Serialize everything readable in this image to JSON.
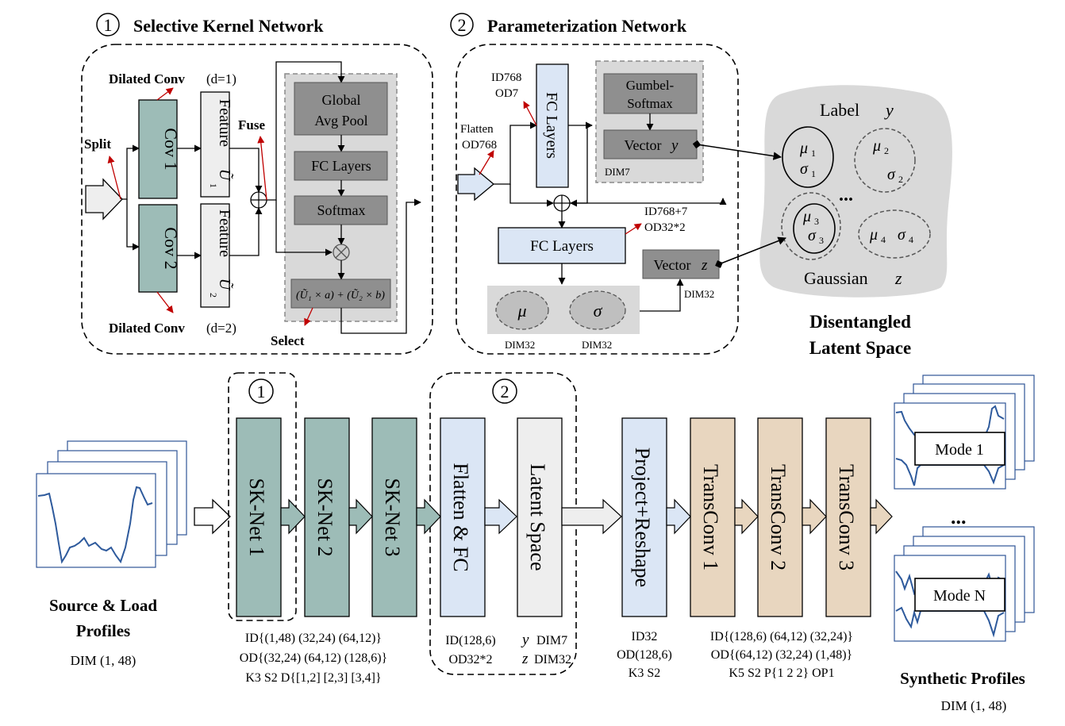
{
  "section1": {
    "num": "1",
    "title": "Selective Kernel Network"
  },
  "section2": {
    "num": "2",
    "title": "Parameterization Network"
  },
  "sk": {
    "dilated1": "Dilated Conv",
    "dilated1_param": "(d=1)",
    "dilated2": "Dilated Conv",
    "dilated2_param": "(d=2)",
    "split": "Split",
    "fuse": "Fuse",
    "select": "Select",
    "cov1": "Cov 1",
    "cov2": "Cov 2",
    "feature1": "Feature",
    "u1": "Ũ",
    "u1_sub": "1",
    "feature2": "Feature",
    "u2": "Ũ",
    "u2_sub": "2",
    "gap_line1": "Global",
    "gap_line2": "Avg Pool",
    "fc": "FC Layers",
    "softmax": "Softmax",
    "formula": "(Ũ₁ × a) + (Ũ₂ × b)"
  },
  "param": {
    "id768": "ID768",
    "od7": "OD7",
    "flatten": "Flatten",
    "od768": "OD768",
    "fc_top": "FC Layers",
    "gumbel1": "Gumbel-",
    "gumbel2": "Softmax",
    "vector_y": "Vector",
    "y": "y",
    "dim7": "DIM7",
    "id_combo": "ID768+7",
    "od_combo": "OD32*2",
    "fc_mid": "FC Layers",
    "vector_z": "Vector",
    "z": "z",
    "dim32_right": "DIM32",
    "mu": "μ",
    "sigma": "σ",
    "dim32_a": "DIM32",
    "dim32_b": "DIM32"
  },
  "latent": {
    "label": "Label",
    "y": "y",
    "gaussian": "Gaussian",
    "z": "z",
    "mu1": "μ",
    "mu1_sub": "1",
    "s1": "σ",
    "s1_sub": "1",
    "mu2": "μ",
    "mu2_sub": "2",
    "s2": "σ",
    "s2_sub": "2",
    "mu3": "μ",
    "mu3_sub": "3",
    "s3": "σ",
    "s3_sub": "3",
    "mu4": "μ",
    "mu4_sub": "4",
    "s4": "σ",
    "s4_sub": "4",
    "dots": "...",
    "title1": "Disentangled",
    "title2": "Latent Space"
  },
  "pipeline": {
    "marker1": "1",
    "marker2": "2",
    "blocks": [
      "SK-Net 1",
      "SK-Net 2",
      "SK-Net 3",
      "Flatten & FC",
      "Latent Space",
      "Project+Reshape",
      "TransConv 1",
      "TransConv 2",
      "TransConv 3"
    ],
    "source_title1": "Source & Load",
    "source_title2": "Profiles",
    "source_dim": "DIM (1, 48)",
    "sk_note1": "ID{(1,48) (32,24) (64,12)}",
    "sk_note2": "OD{(32,24) (64,12) (128,6)}",
    "sk_note3": "K3  S2  D{[1,2] [2,3] [3,4]}",
    "ff_note1": "ID(128,6)",
    "ff_note2": "OD32*2",
    "ls_y": "y",
    "ls_note1": "DIM7",
    "ls_z": "z",
    "ls_note2": "DIM32",
    "pr_note1": "ID32",
    "pr_note2": "OD(128,6)",
    "pr_note3": "K3  S2",
    "tc_note1": "ID{(128,6) (64,12) (32,24)}",
    "tc_note2": "OD{(64,12) (32,24) (1,48)}",
    "tc_note3": "K5  S2  P{1 2 2}  OP1",
    "mode1": "Mode 1",
    "modeN": "Mode N",
    "dots": "...",
    "synth_title": "Synthetic Profiles",
    "synth_dim": "DIM (1, 48)"
  },
  "colors": {
    "sk_fill": "#9dbcb7",
    "param_fill": "#dbe6f5",
    "latent_fill": "#e8e8e8",
    "trans_fill": "#e8d6bf",
    "gray_block": "#8f8f8f",
    "red_arrow": "#c00000",
    "curve": "#2e5a9c"
  }
}
